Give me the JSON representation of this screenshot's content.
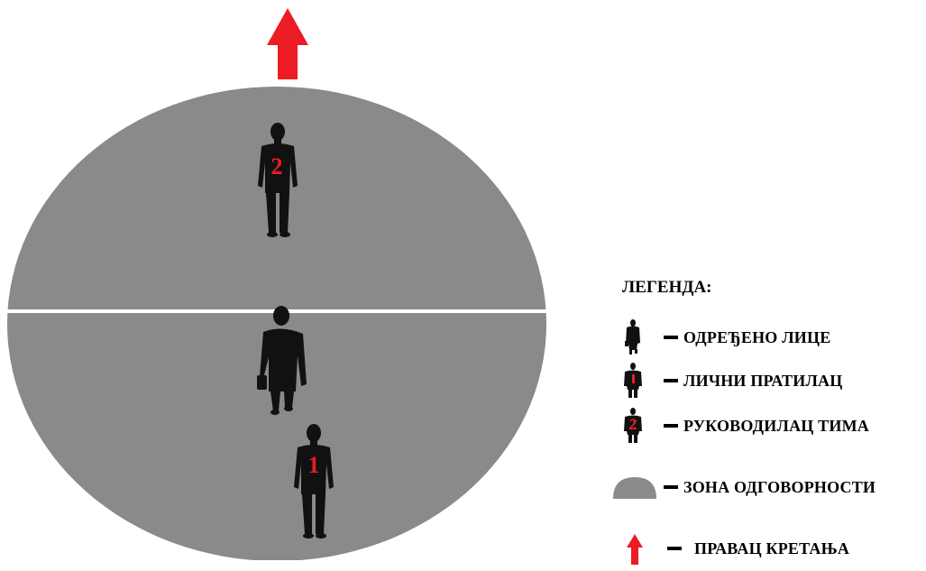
{
  "diagram": {
    "figure_labels": {
      "team_leader_number": "2",
      "personal_escort_number": "1"
    },
    "colors": {
      "zone": "#8a8a8a",
      "divider": "#ffffff",
      "arrow": "#ec1c24",
      "figure": "#111111",
      "number": "#ec1c24"
    }
  },
  "legend": {
    "title": "ЛЕГЕНДА:",
    "items": [
      {
        "icon": "protected-person-icon",
        "label": "ОДРЕЂЕНО ЛИЦЕ"
      },
      {
        "icon": "personal-escort-icon",
        "label": "ЛИЧНИ ПРАТИЛАЦ"
      },
      {
        "icon": "team-leader-icon",
        "label": "РУКОВОДИЛАЦ ТИМА"
      },
      {
        "icon": "responsibility-zone-icon",
        "label": "ЗОНА ОДГОВОРНОСТИ"
      },
      {
        "icon": "direction-arrow-icon",
        "label": "ПРАВАЦ КРЕТАЊА"
      }
    ]
  }
}
